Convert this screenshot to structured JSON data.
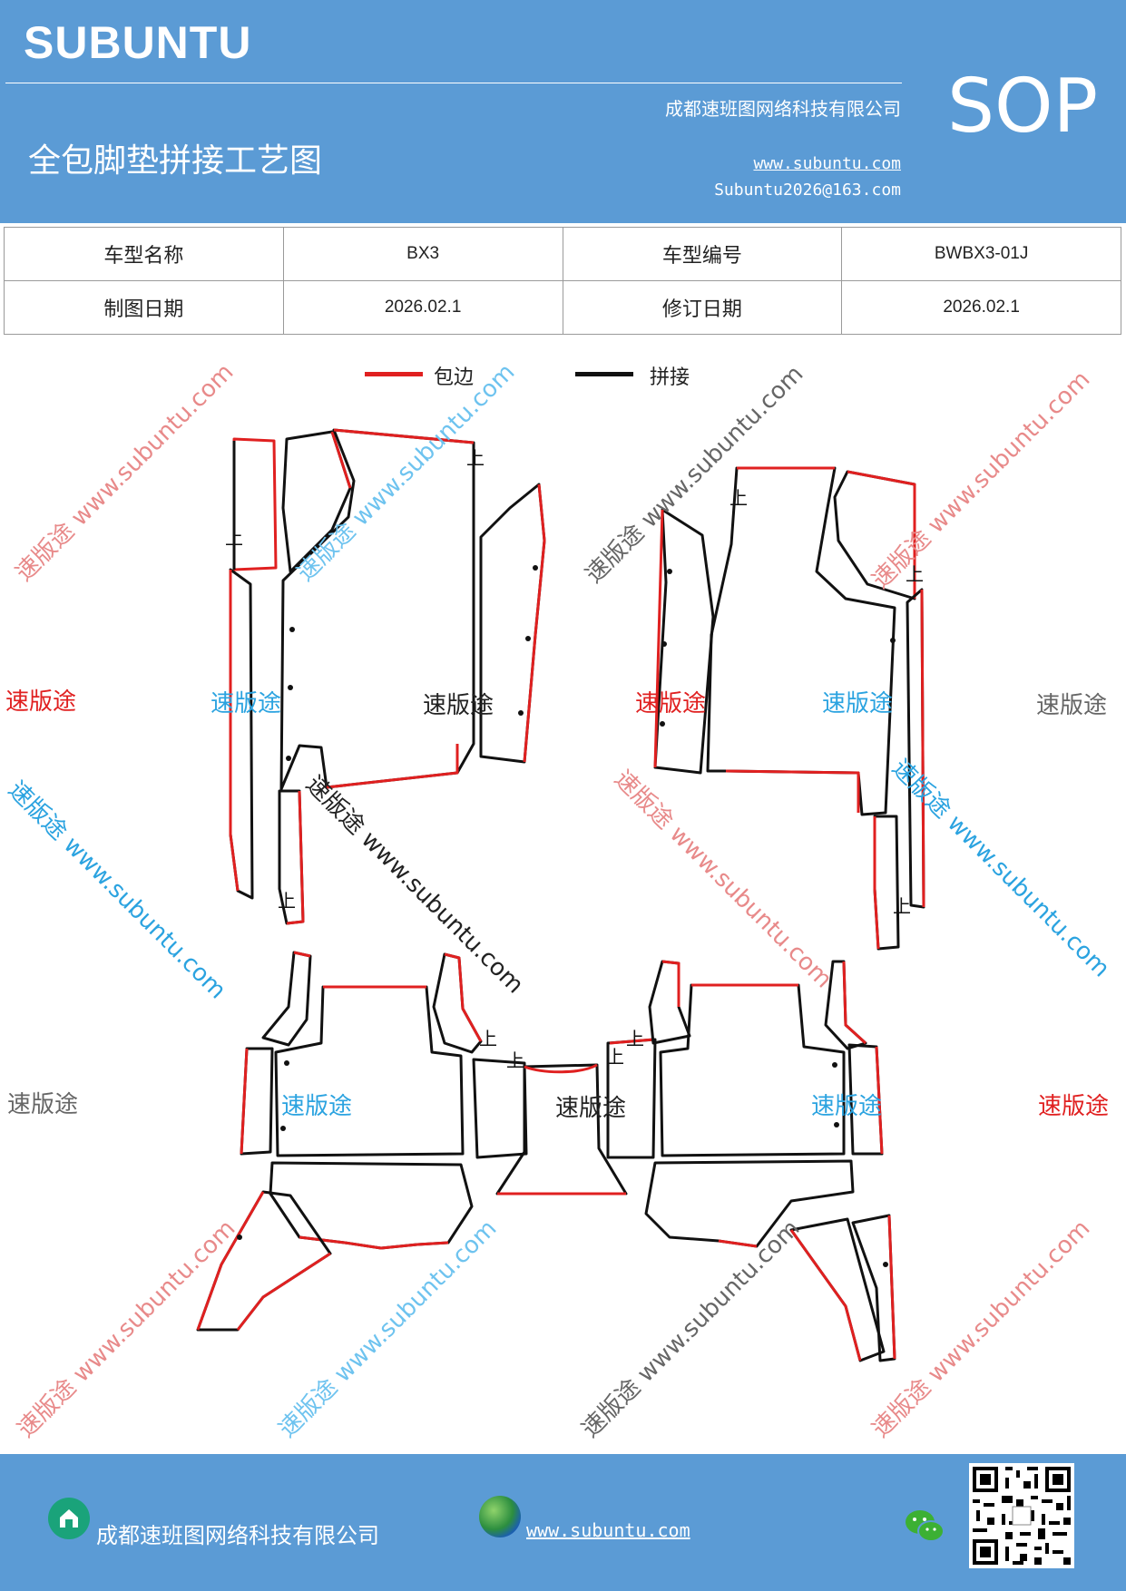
{
  "header": {
    "logo": "SUBUNTU",
    "company": "成都速班图网络科技有限公司",
    "doc_title": "全包脚垫拼接工艺图",
    "website": "www.subuntu.com",
    "email": "Subuntu2026@163.com",
    "badge": "SOP"
  },
  "info_table": {
    "rows": [
      [
        "车型名称",
        "BX3",
        "车型编号",
        "BWBX3-01J"
      ],
      [
        "制图日期",
        "2026.02.1",
        "修订日期",
        "2026.02.1"
      ]
    ]
  },
  "legend": {
    "items": [
      {
        "label": "包边",
        "color": "#e02020"
      },
      {
        "label": "拼接",
        "color": "#111111"
      }
    ]
  },
  "diagram": {
    "up_mark": "上",
    "watermark_word": "速版途",
    "watermark_url": "www.subuntu.com",
    "watermark_colors": [
      "#e02020",
      "#2ba3e0",
      "#222222",
      "#666666"
    ]
  },
  "footer": {
    "company": "成都速班图网络科技有限公司",
    "website": "www.subuntu.com",
    "home_icon": "home-icon",
    "globe_icon": "globe-icon",
    "wechat_icon": "wechat-icon",
    "qr": "qr-code"
  }
}
